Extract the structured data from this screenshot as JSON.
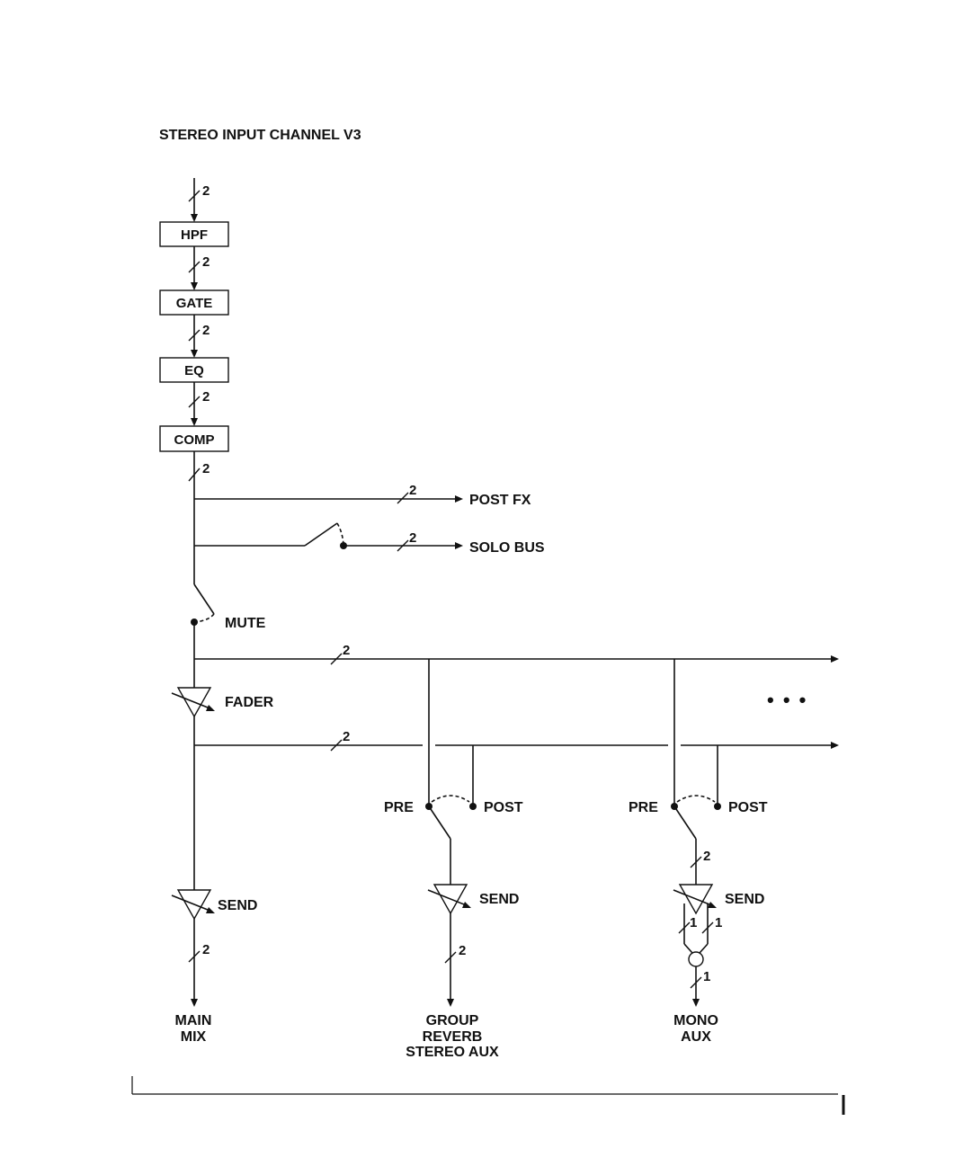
{
  "title": "STEREO INPUT CHANNEL V3",
  "blocks": {
    "hpf": "HPF",
    "gate": "GATE",
    "eq": "EQ",
    "comp": "COMP"
  },
  "outputs": {
    "post_fx": "POST FX",
    "solo_bus": "SOLO BUS"
  },
  "controls": {
    "mute": "MUTE",
    "fader": "FADER",
    "send": "SEND"
  },
  "taps": {
    "pre": "PRE",
    "post": "POST"
  },
  "destinations": {
    "main_line1": "MAIN",
    "main_line2": "MIX",
    "group_line1": "GROUP",
    "group_line2": "REVERB",
    "group_line3": "STEREO AUX",
    "mono_line1": "MONO",
    "mono_line2": "AUX"
  },
  "bus_widths": {
    "stereo": "2",
    "mono": "1"
  },
  "continuation": "• • •"
}
